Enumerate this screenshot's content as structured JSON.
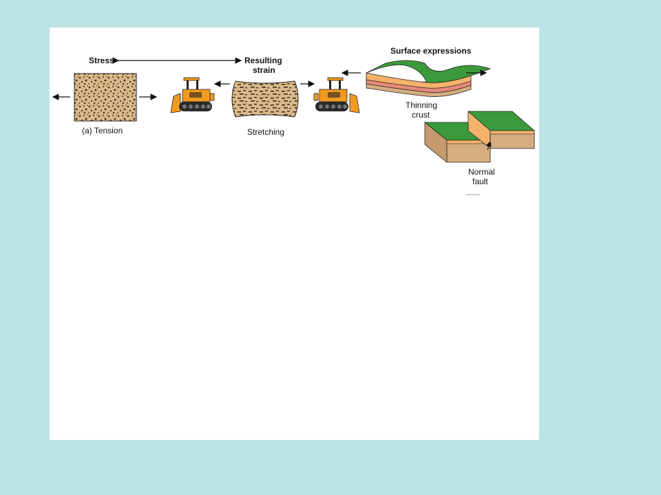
{
  "labels": {
    "stress": "Stress",
    "resulting_strain_line1": "Resulting",
    "resulting_strain_line2": "strain",
    "surface_expressions": "Surface expressions",
    "tension": "(a) Tension",
    "stretching": "Stretching",
    "thinning_crust_line1": "Thinning",
    "thinning_crust_line2": "crust",
    "normal_fault_line1": "Normal",
    "normal_fault_line2": "fault"
  },
  "colors": {
    "background": "#bde3e6",
    "rock_base": "#d9b98a",
    "rock_speckle": "#3b2a1a",
    "bulldozer": "#f29a1f",
    "grass": "#3c9a3c",
    "crust_orange": "#f4b26a",
    "crust_pink": "#e58a7a",
    "block_tan": "#d6ad80"
  }
}
